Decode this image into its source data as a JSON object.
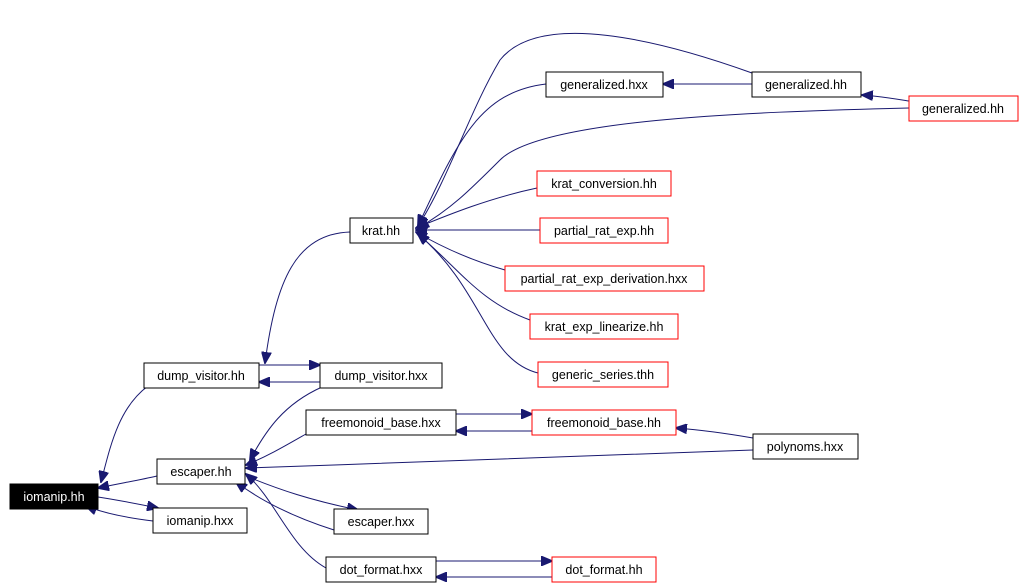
{
  "diagram": {
    "edge_color": "#191970",
    "node_border_color": "#000000",
    "external_border_color": "#ff0000",
    "root_fill_color": "#000000",
    "root_text_color": "#ffffff",
    "nodes": [
      {
        "id": "iomanip_hh",
        "label": "iomanip.hh"
      },
      {
        "id": "dump_visitor_hh",
        "label": "dump_visitor.hh"
      },
      {
        "id": "escaper_hh",
        "label": "escaper.hh"
      },
      {
        "id": "iomanip_hxx",
        "label": "iomanip.hxx"
      },
      {
        "id": "krat_hh",
        "label": "krat.hh"
      },
      {
        "id": "dump_visitor_hxx",
        "label": "dump_visitor.hxx"
      },
      {
        "id": "freemonoid_base_hxx",
        "label": "freemonoid_base.hxx"
      },
      {
        "id": "escaper_hxx",
        "label": "escaper.hxx"
      },
      {
        "id": "dot_format_hxx",
        "label": "dot_format.hxx"
      },
      {
        "id": "generalized_hxx",
        "label": "generalized.hxx"
      },
      {
        "id": "krat_conversion_hh",
        "label": "krat_conversion.hh"
      },
      {
        "id": "partial_rat_exp_hh",
        "label": "partial_rat_exp.hh"
      },
      {
        "id": "partial_rat_exp_derivation_hxx",
        "label": "partial_rat_exp_derivation.hxx"
      },
      {
        "id": "krat_exp_linearize_hh",
        "label": "krat_exp_linearize.hh"
      },
      {
        "id": "generic_series_thh",
        "label": "generic_series.thh"
      },
      {
        "id": "freemonoid_base_hh",
        "label": "freemonoid_base.hh"
      },
      {
        "id": "dot_format_hh",
        "label": "dot_format.hh"
      },
      {
        "id": "generalized_hh_1",
        "label": "generalized.hh"
      },
      {
        "id": "polynoms_hxx",
        "label": "polynoms.hxx"
      },
      {
        "id": "generalized_hh_2",
        "label": "generalized.hh"
      }
    ]
  }
}
